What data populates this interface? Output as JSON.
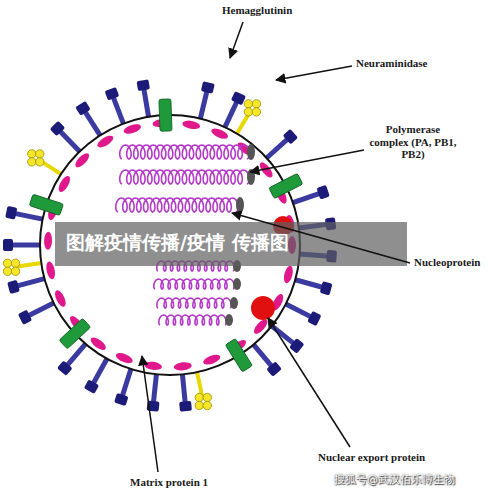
{
  "diagram": {
    "labels": [
      "Hemagglutinin",
      "Neuraminidase",
      "Polymerase complex (PA, PB1, PB2)",
      "Nucleoprotein",
      "图解疫情传播/疫情 传播图",
      "Nuclear export protein",
      "Matrix protein 1",
      "搜狐号@武汉佰乐博生物"
    ]
  }
}
